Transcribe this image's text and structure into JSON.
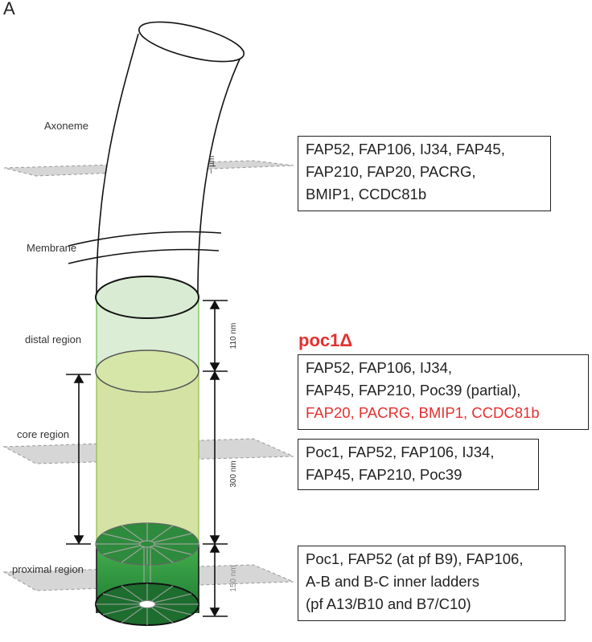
{
  "panel_label": "A",
  "labels": {
    "axoneme": "Axoneme",
    "membrane": "Membrane",
    "distal": "distal region",
    "core": "core region",
    "proximal": "proximal region",
    "um": "~ µm",
    "nm110": "110 nm",
    "nm300": "300 nm",
    "nm150": "150 nm"
  },
  "boxes": {
    "axoneme": [
      "FAP52, FAP106, IJ34, FAP45,",
      "FAP210, FAP20, PACRG,",
      "BMIP1, CCDC81b"
    ],
    "mutant_title": "poc1Δ",
    "mutant": [
      "FAP52, FAP106, IJ34,",
      "FAP45, FAP210, Poc39 (partial),"
    ],
    "mutant_missing": "FAP20, PACRG, BMIP1, CCDC81b",
    "core": [
      "Poc1, FAP52, FAP106, IJ34,",
      "FAP45, FAP210, Poc39"
    ],
    "proximal": [
      "Poc1, FAP52 (at pf B9), FAP106,",
      "A-B and B-C inner ladders",
      "(pf A13/B10 and B7/C10)"
    ]
  },
  "colors": {
    "distal_fill": "#d9ecd3",
    "core_fill": "#d4e3a4",
    "proximal_fill": "#3fae49",
    "proximal_dark": "#1f7a34",
    "plane": "#d6d6d6",
    "highlight": "#e53030"
  }
}
